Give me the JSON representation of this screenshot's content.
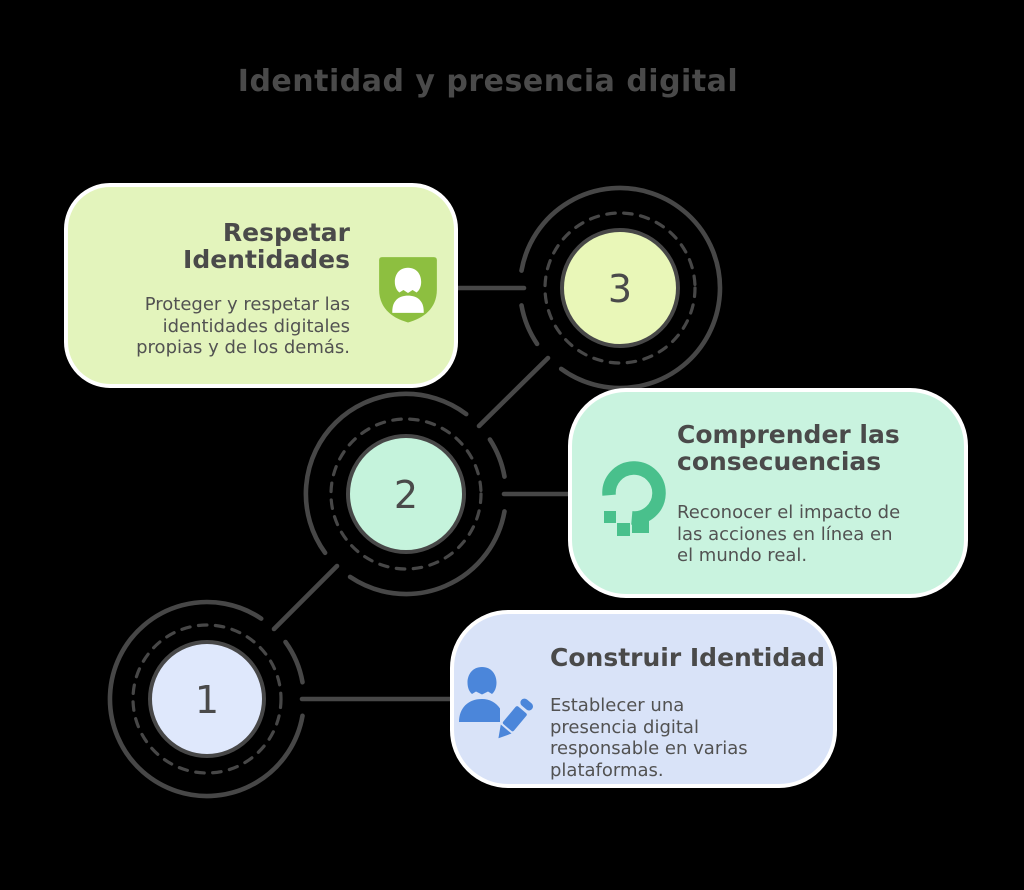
{
  "title": "Identidad y presencia digital",
  "steps": [
    {
      "number": "1",
      "title": "Construir Identidad",
      "description": "Establecer una presencia digital responsable en varias plataformas.",
      "icon": "user-edit-icon",
      "card_color": "#d9e3f8",
      "circle_color": "#dfe8fc",
      "icon_color": "#4b86da"
    },
    {
      "number": "2",
      "title": "Comprender las consecuencias",
      "description": "Reconocer el impacto de las acciones en línea en el mundo real.",
      "icon": "impact-ring-icon",
      "card_color": "#c9f3df",
      "circle_color": "#c5f3dc",
      "icon_color": "#49c08c"
    },
    {
      "number": "3",
      "title": "Respetar Identidades",
      "description": "Proteger y respetar las identidades digitales propias y de los demás.",
      "icon": "shield-user-icon",
      "card_color": "#e3f4bc",
      "circle_color": "#e9f7b8",
      "icon_color": "#8dbf40"
    }
  ],
  "colors": {
    "background": "#000000",
    "connector": "#474747",
    "text": "#4a4a4a",
    "card_border": "#ffffff",
    "icon_figure": "#ffffff"
  }
}
